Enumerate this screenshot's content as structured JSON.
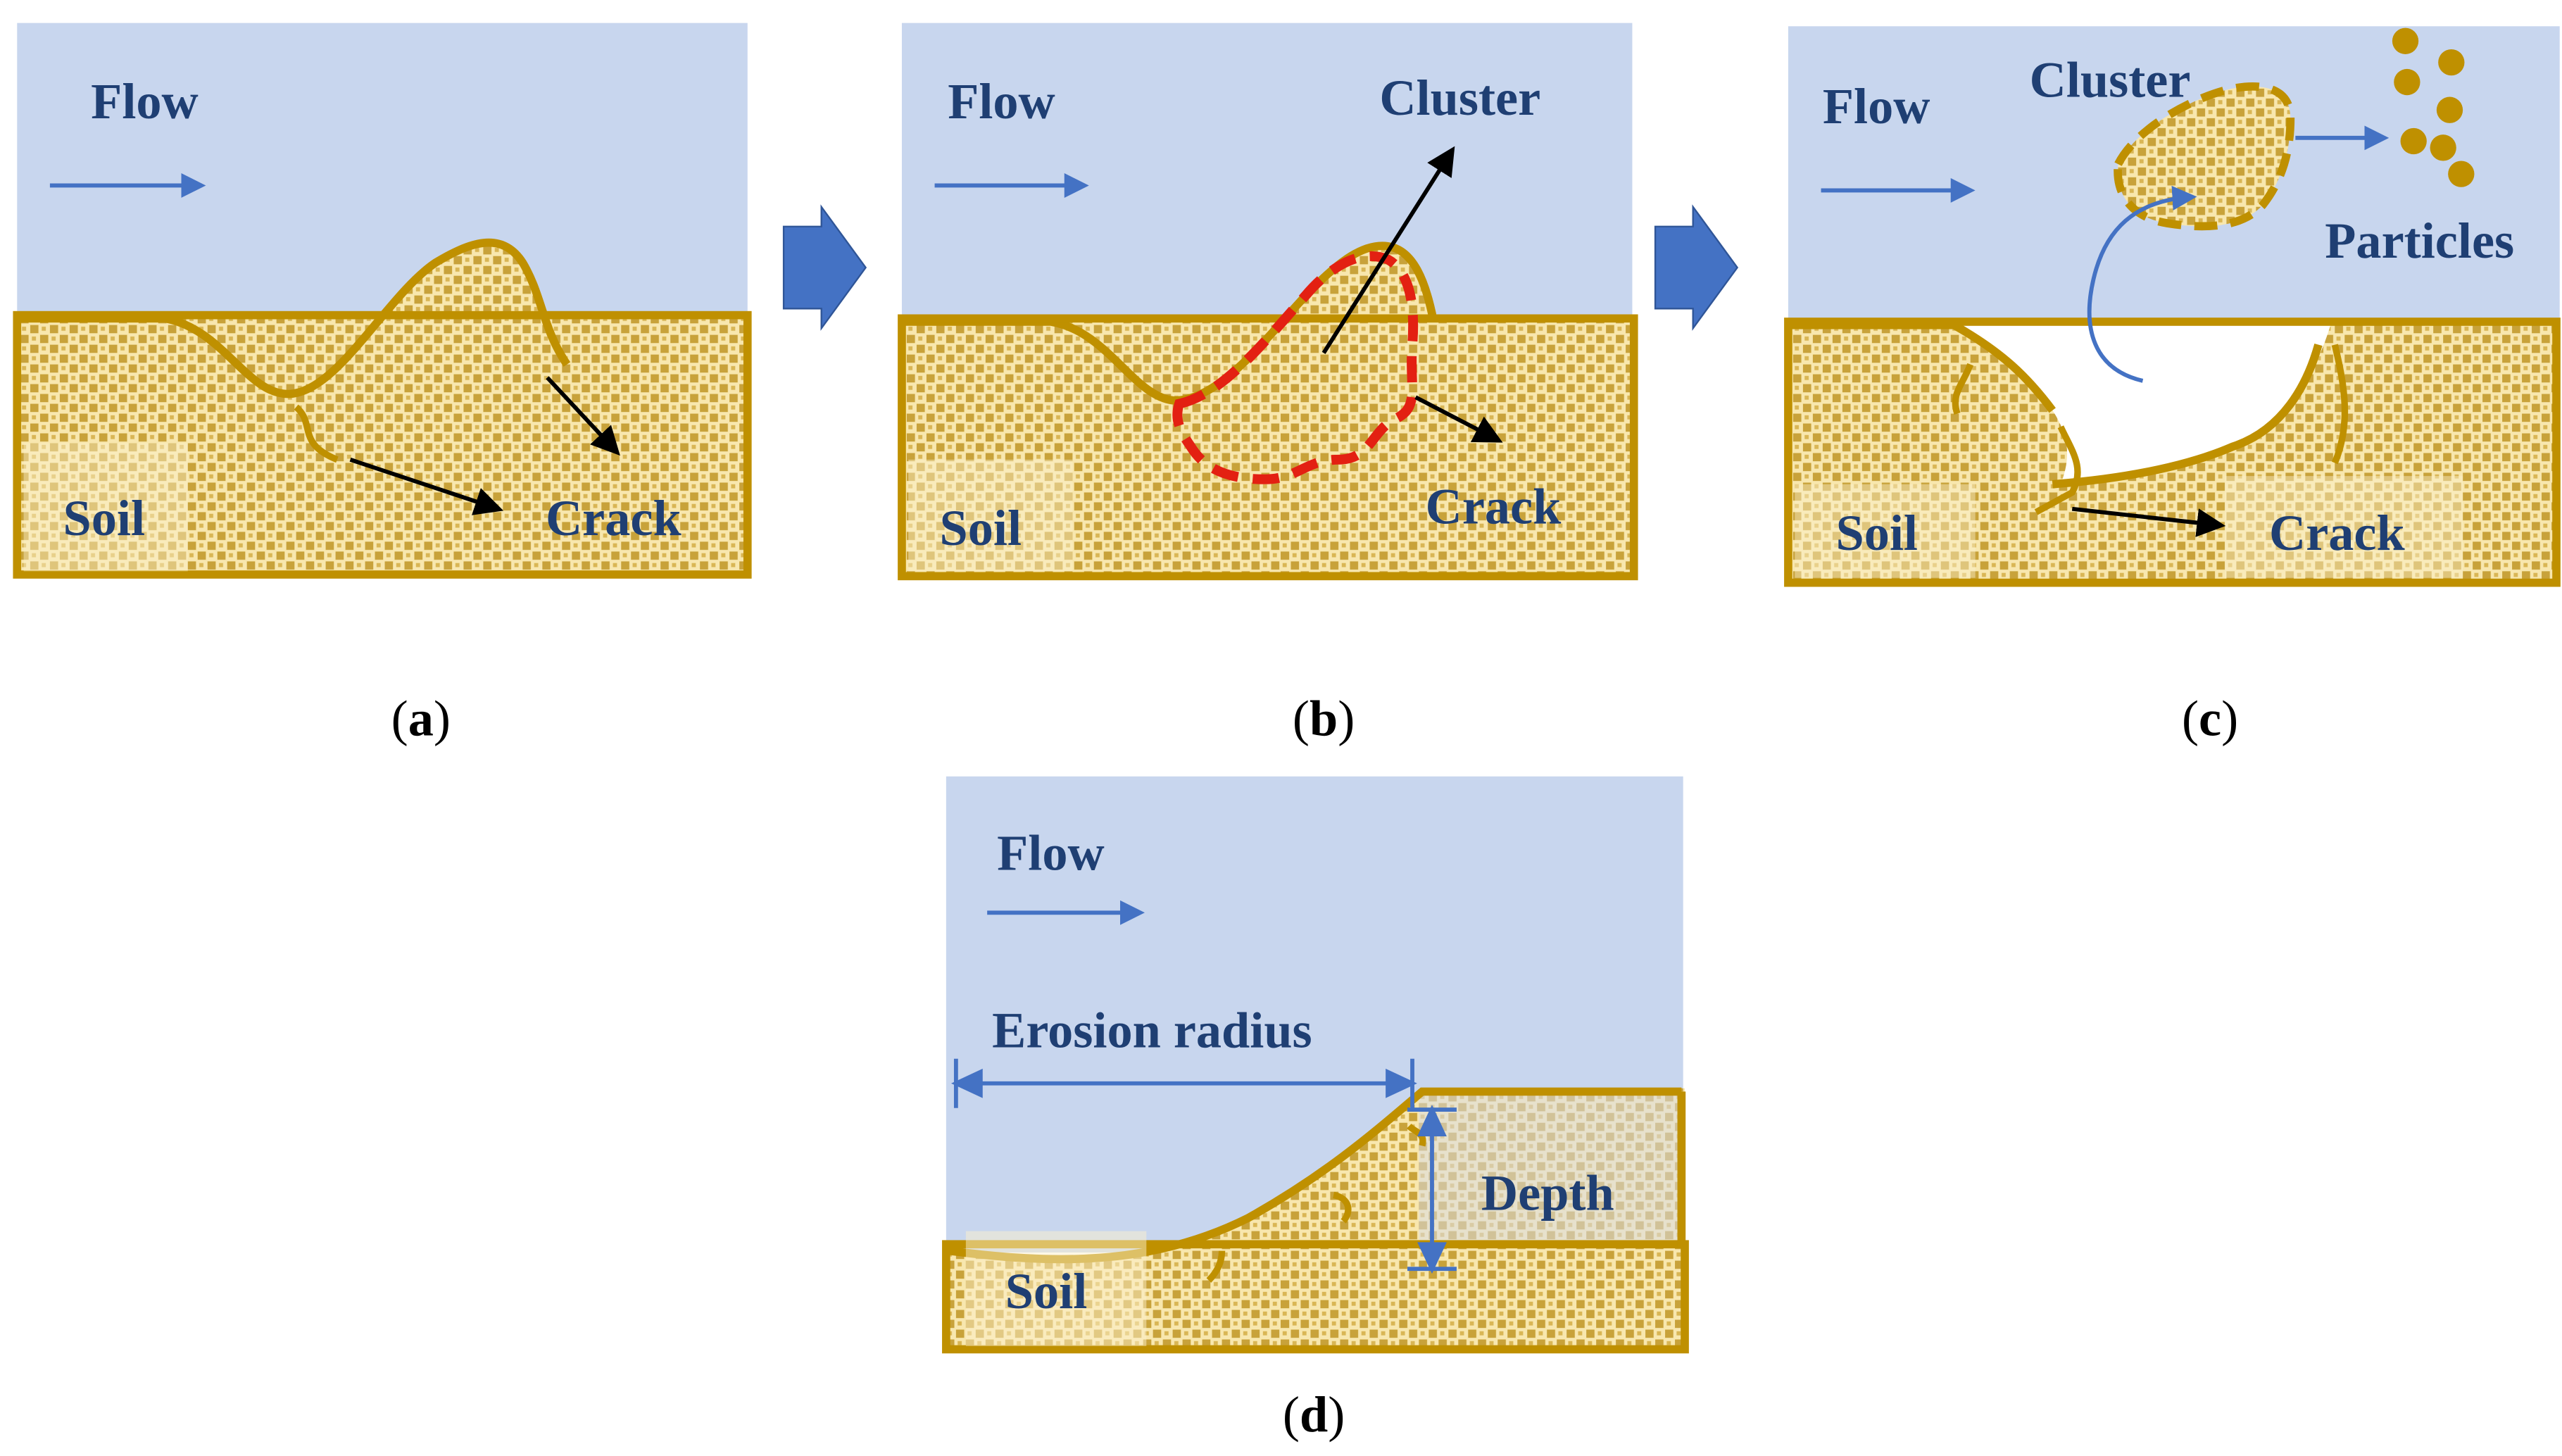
{
  "panels": {
    "a": {
      "flow": "Flow",
      "soil": "Soil",
      "crack": "Crack",
      "caption_letter": "a"
    },
    "b": {
      "flow": "Flow",
      "cluster": "Cluster",
      "soil": "Soil",
      "crack": "Crack",
      "caption_letter": "b"
    },
    "c": {
      "flow": "Flow",
      "cluster": "Cluster",
      "particles": "Particles",
      "soil": "Soil",
      "crack": "Crack",
      "caption_letter": "c"
    },
    "d": {
      "flow": "Flow",
      "erosion_radius": "Erosion radius",
      "depth": "Depth",
      "soil": "Soil",
      "caption_letter": "d"
    }
  },
  "caption": {
    "open": "(",
    "close": ")"
  },
  "colors": {
    "water": "#c8d6ee",
    "soil_fill": "#f8e7ae",
    "soil_dots": "#c8a23a",
    "soil_border": "#bf9000",
    "flow_arrow": "#4472c4",
    "label_text": "#1f3f73",
    "cluster_outline": "#e32012",
    "step_arrow": "#4472c4"
  },
  "icons": {
    "step": "right-block-arrow-icon",
    "flow": "right-arrow-icon"
  }
}
